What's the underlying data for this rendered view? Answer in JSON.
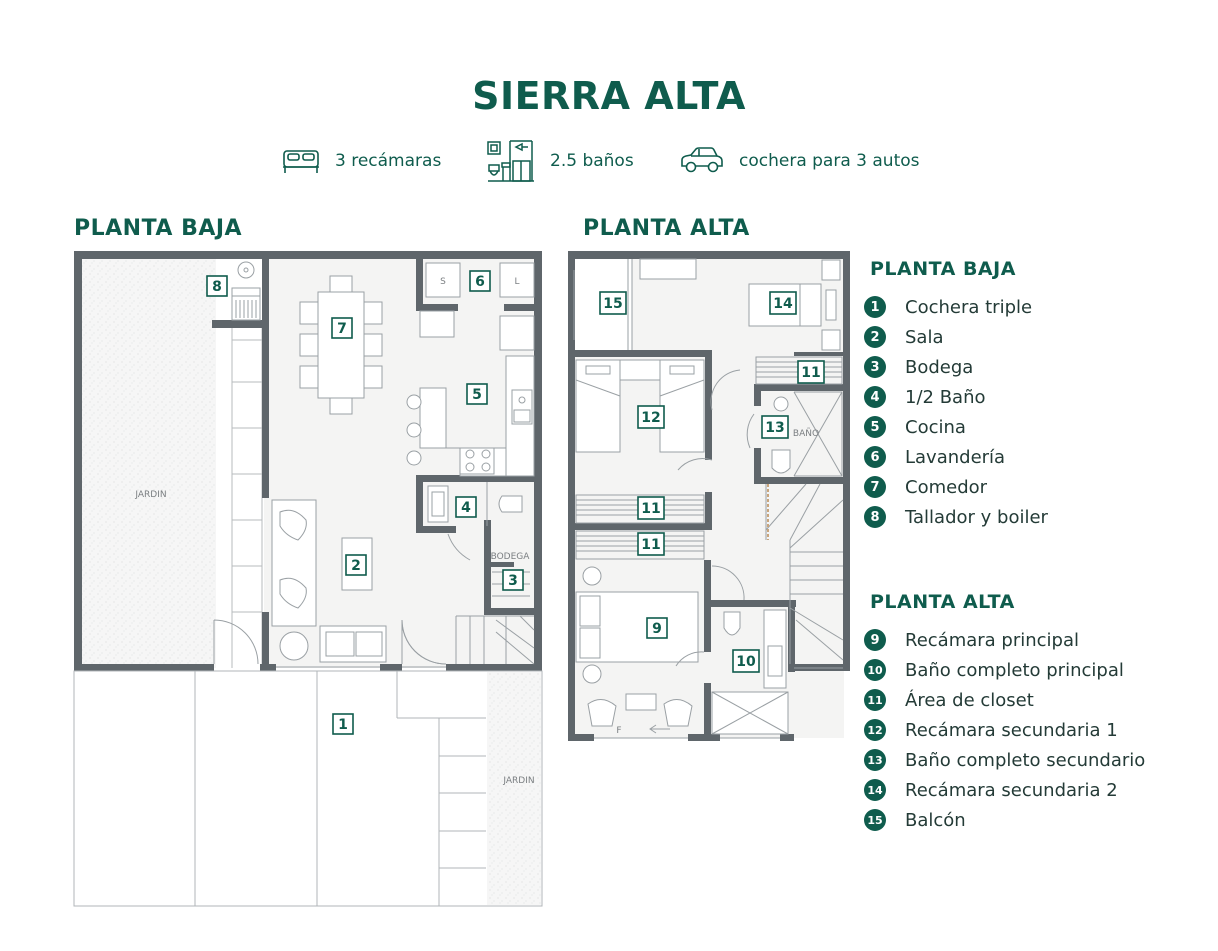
{
  "title": "SIERRA ALTA",
  "features": [
    {
      "icon": "bed-icon",
      "text": "3 recámaras"
    },
    {
      "icon": "bathroom-icon",
      "text": "2.5 baños"
    },
    {
      "icon": "car-icon",
      "text": "cochera para 3 autos"
    }
  ],
  "plans": {
    "planta_baja": {
      "title": "PLANTA BAJA",
      "labels": {
        "jardin_left": "JARDIN",
        "jardin_right": "JARDIN",
        "bodega": "BODEGA",
        "sink_s": "S",
        "sink_l": "L"
      }
    },
    "planta_alta": {
      "title": "PLANTA ALTA",
      "labels": {
        "bano": "BAÑO",
        "f": "F"
      }
    }
  },
  "markers": [
    "1",
    "2",
    "3",
    "4",
    "5",
    "6",
    "7",
    "8",
    "9",
    "10",
    "11",
    "12",
    "13",
    "14",
    "15"
  ],
  "legend": {
    "planta_baja": {
      "title": "PLANTA BAJA",
      "items": [
        {
          "num": "1",
          "label": "Cochera triple"
        },
        {
          "num": "2",
          "label": "Sala"
        },
        {
          "num": "3",
          "label": "Bodega"
        },
        {
          "num": "4",
          "label": "1/2 Baño"
        },
        {
          "num": "5",
          "label": "Cocina"
        },
        {
          "num": "6",
          "label": "Lavandería"
        },
        {
          "num": "7",
          "label": "Comedor"
        },
        {
          "num": "8",
          "label": "Tallador y boiler"
        }
      ]
    },
    "planta_alta": {
      "title": "PLANTA ALTA",
      "items": [
        {
          "num": "9",
          "label": "Recámara principal"
        },
        {
          "num": "10",
          "label": "Baño completo principal"
        },
        {
          "num": "11",
          "label": "Área de closet"
        },
        {
          "num": "12",
          "label": "Recámara secundaria 1"
        },
        {
          "num": "13",
          "label": "Baño completo secundario"
        },
        {
          "num": "14",
          "label": "Recámara secundaria 2"
        },
        {
          "num": "15",
          "label": "Balcón"
        }
      ]
    }
  },
  "colors": {
    "brand": "#0f5c4d",
    "wall": "#5f666b",
    "floor": "#f4f4f3",
    "line": "#9aa0a4"
  }
}
